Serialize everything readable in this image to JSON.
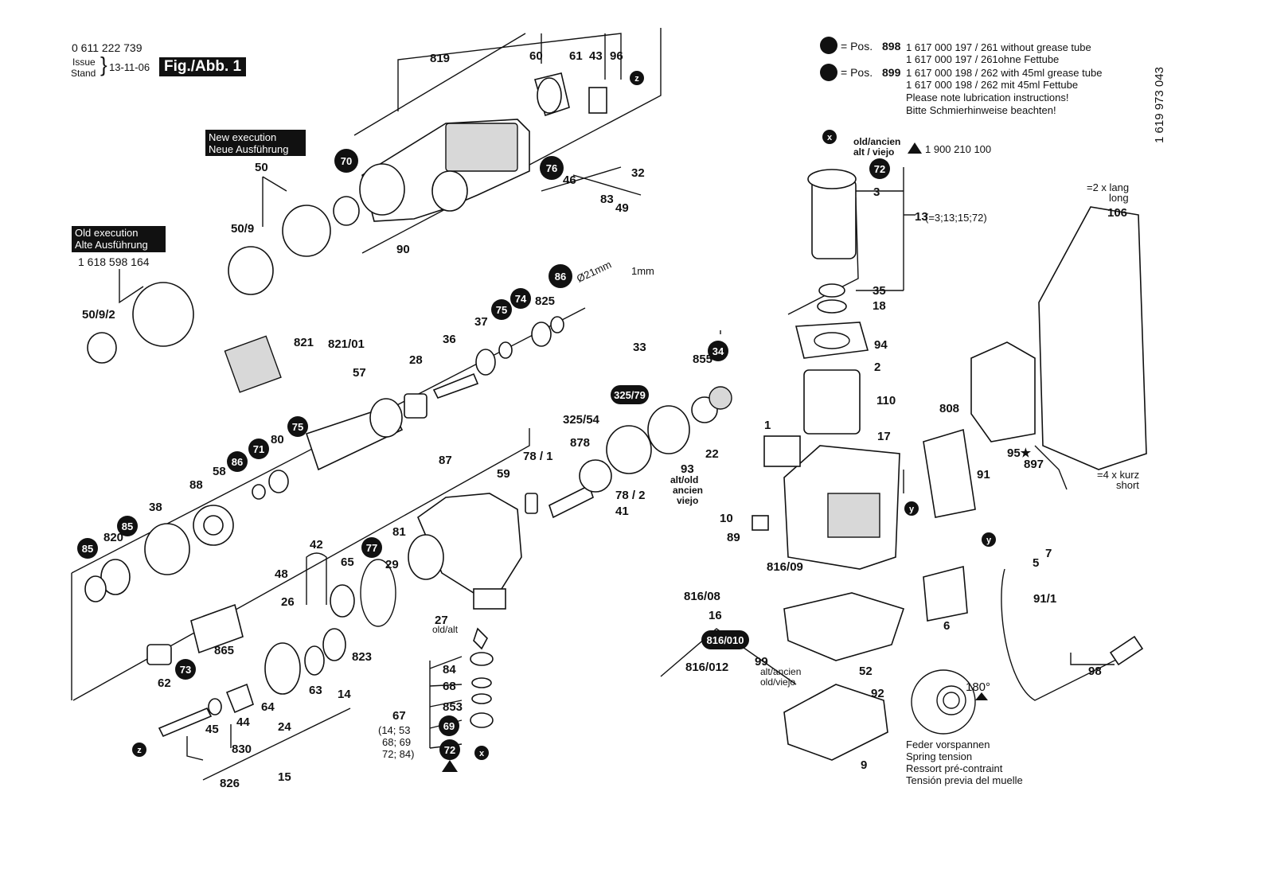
{
  "header": {
    "doc_number": "0 611 222 739",
    "issue_label": "Issue",
    "stand_label": "Stand",
    "issue_date": "13-11-06",
    "figure_label": "Fig./Abb. 1",
    "side_code": "1 619 973 043"
  },
  "notes": {
    "new_execution_en": "New execution",
    "new_execution_de": "Neue Ausführung",
    "old_execution_en": "Old execution",
    "old_execution_de": "Alte Ausführung",
    "old_execution_partno": "1 618 598 164",
    "old_ancien_line1": "old/ancien",
    "old_ancien_line2": "alt / viejo",
    "old_ancien_partno": "1 900 210 100",
    "alt_old_1": "alt/old",
    "alt_old_2": "ancien",
    "alt_old_3": "viejo",
    "old_alt": "old/alt",
    "alt_ancien": "alt/ancien",
    "old_viejo": "old/viejo",
    "group_53": "(14; 53",
    "group_68": "68; 69",
    "group_72": "72; 84)",
    "eq_3": "(=3;13;15;72)",
    "lang_2x_1": "=2 x lang",
    "lang_2x_2": "long",
    "kurz_4x_1": "=4 x kurz",
    "kurz_4x_2": "short",
    "dim_21": "Ø21mm",
    "dim_1": "1mm",
    "angle": "180°"
  },
  "legend": [
    {
      "pos_label": "= Pos.",
      "pos_num": "898",
      "line1": "1 617 000 197 / 261 without grease tube",
      "line2": "1 617 000 197 / 261ohne Fettube"
    },
    {
      "pos_label": "= Pos.",
      "pos_num": "899",
      "line1": "1 617 000 198 / 262 with 45ml grease tube",
      "line2": "1 617 000 198 / 262 mit 45ml Fettube"
    }
  ],
  "legend_notes": [
    "Please note lubrication instructions!",
    "Bitte Schmierhinweise beachten!"
  ],
  "spring_notes": [
    "Feder vorspannen",
    "Spring tension",
    "Ressort pré-contraint",
    "Tensión previa del muelle"
  ],
  "part_labels": [
    "819",
    "60",
    "61",
    "43",
    "96",
    "50",
    "50/9",
    "90",
    "46",
    "32",
    "83",
    "49",
    "50/9/2",
    "821",
    "821/01",
    "57",
    "28",
    "36",
    "37",
    "825",
    "33",
    "855",
    "325/54",
    "878",
    "93",
    "22",
    "88",
    "58",
    "80",
    "38",
    "820",
    "87",
    "59",
    "78 / 1",
    "78 / 2",
    "41",
    "48",
    "42",
    "65",
    "81",
    "29",
    "26",
    "865",
    "27",
    "62",
    "64",
    "63",
    "823",
    "14",
    "84",
    "68",
    "853",
    "67",
    "45",
    "44",
    "830",
    "24",
    "826",
    "15",
    "3",
    "13",
    "35",
    "18",
    "94",
    "2",
    "110",
    "1",
    "17",
    "808",
    "10",
    "89",
    "816/09",
    "816/08",
    "16",
    "816/012",
    "99",
    "52",
    "92",
    "9",
    "7",
    "6",
    "5",
    "91/1",
    "98",
    "106",
    "95★",
    "897",
    "91"
  ],
  "badges": [
    "70",
    "76",
    "86",
    "75",
    "74",
    "75",
    "71",
    "86",
    "85",
    "85",
    "77",
    "73",
    "69",
    "72",
    "72",
    "34",
    "325/79",
    "816/010"
  ],
  "markers": [
    "z",
    "x",
    "y"
  ]
}
